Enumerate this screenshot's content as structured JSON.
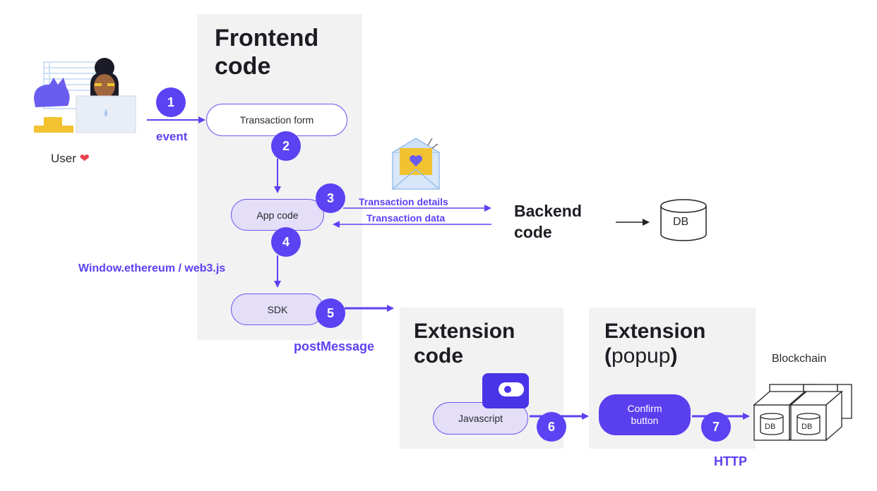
{
  "user": {
    "label": "User",
    "heart": "❤"
  },
  "frontend": {
    "title_line1": "Frontend",
    "title_line2": "code",
    "transaction_form": "Transaction form",
    "app_code": "App code",
    "sdk": "SDK"
  },
  "backend": {
    "title_line1": "Backend",
    "title_line2": "code",
    "db": "DB"
  },
  "extension_code": {
    "title_line1": "Extension",
    "title_line2": "code",
    "javascript": "Javascript"
  },
  "extension_popup": {
    "title_line1": "Extension",
    "paren_open": "(",
    "popup_word": "popup",
    "paren_close": ")",
    "confirm_line1": "Confirm",
    "confirm_line2": "button"
  },
  "blockchain": {
    "label": "Blockchain",
    "db1": "DB",
    "db2": "DB"
  },
  "flow_labels": {
    "event": "event",
    "transaction_details": "Transaction details",
    "transaction_data": "Transaction data",
    "window_ethereum": "Window.ethereum / web3.js",
    "post_message": "postMessage",
    "http": "HTTP"
  },
  "steps": [
    "1",
    "2",
    "3",
    "4",
    "5",
    "6",
    "7"
  ],
  "colors": {
    "accent": "#5b42f2",
    "panel": "#f2f2f3",
    "node_fill": "#e4def8"
  }
}
